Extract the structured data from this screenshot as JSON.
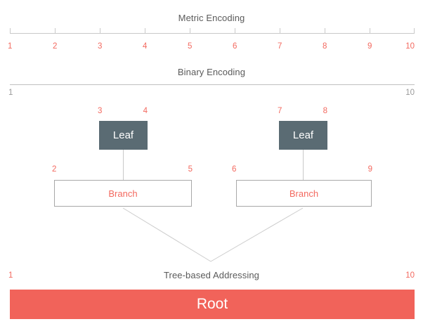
{
  "diagram": {
    "sections": {
      "metric": {
        "title": "Metric Encoding",
        "ticks": [
          "1",
          "2",
          "3",
          "4",
          "5",
          "6",
          "7",
          "8",
          "9",
          "10"
        ]
      },
      "binary": {
        "title": "Binary Encoding",
        "start_label": "1",
        "end_label": "10"
      },
      "tree": {
        "title": "Tree-based Addressing",
        "start_label": "1",
        "end_label": "10"
      }
    },
    "nodes": {
      "leaf_left": {
        "label": "Leaf",
        "start_label": "3",
        "end_label": "4"
      },
      "leaf_right": {
        "label": "Leaf",
        "start_label": "7",
        "end_label": "8"
      },
      "branch_left": {
        "label": "Branch",
        "start_label": "2",
        "end_label": "5"
      },
      "branch_right": {
        "label": "Branch",
        "start_label": "6",
        "end_label": "9"
      },
      "root": {
        "label": "Root"
      }
    },
    "colors": {
      "accent": "#f3695f",
      "root_fill": "#f1635a",
      "leaf_fill": "#5a6b73",
      "line": "#c9c9c9",
      "title_text": "#5a5a5a",
      "gray_number": "#9a9a9a"
    }
  }
}
